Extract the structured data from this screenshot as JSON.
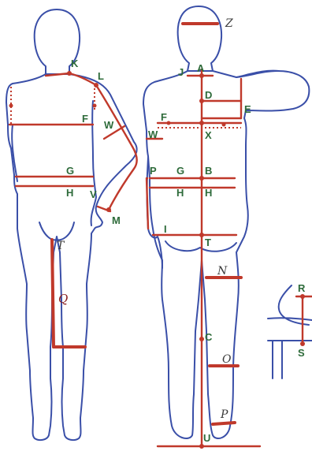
{
  "labels": {
    "front": {
      "K": "K",
      "L": "L",
      "F": "F",
      "W": "W",
      "G": "G",
      "H": "H",
      "V": "V",
      "M": "M",
      "T": "T",
      "Q": "Q"
    },
    "back": {
      "Z": "Z",
      "J": "J",
      "A": "A",
      "D": "D",
      "E": "E",
      "F": "F",
      "X": "X",
      "W": "W",
      "P": "P",
      "G": "G",
      "B": "B",
      "H": "H",
      "I": "I",
      "T": "T",
      "N": "N",
      "C": "C",
      "O": "O",
      "P2": "P",
      "U": "U"
    },
    "seated": {
      "R": "R",
      "S": "S"
    }
  },
  "colors": {
    "outline": "#3a4fa8",
    "measure": "#c0392b",
    "label_green": "#2e6b3a"
  }
}
